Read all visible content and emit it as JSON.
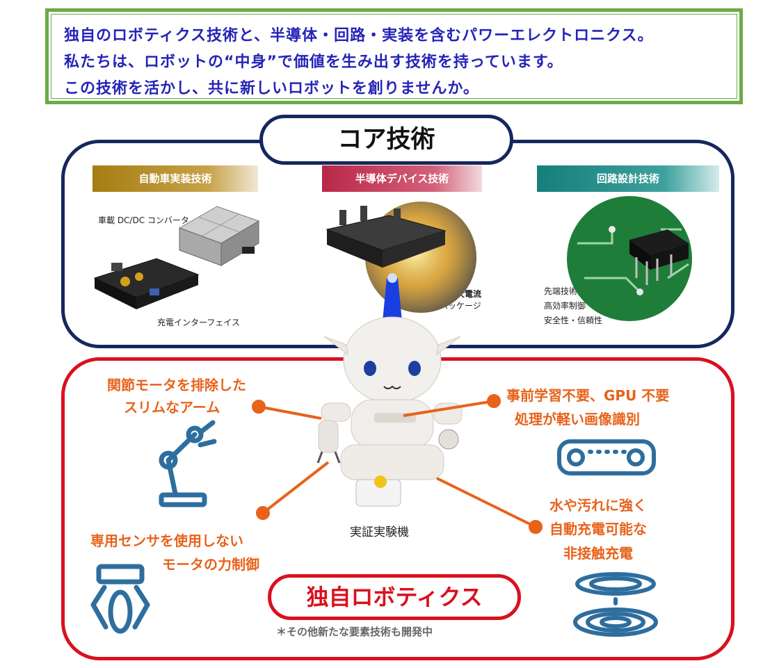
{
  "intro": {
    "lines": [
      "独自のロボティクス技術と、半導体・回路・実装を含むパワーエレクトロニクス。",
      "私たちは、ロボットの“中身”で価値を生み出す技術を持っています。",
      "この技術を活かし、共に新しいロボットを創りませんか。"
    ]
  },
  "core": {
    "title": "コア技術",
    "sections": [
      {
        "label": "自動車実装技術",
        "items": [
          "車載 DC/DC コンバータ",
          "充電インターフェイス"
        ]
      },
      {
        "label": "半導体デバイス技術",
        "items": [
          "高電圧・大電流",
          "小型パッケージ"
        ]
      },
      {
        "label": "回路設計技術",
        "items": [
          "先端技術開発",
          "高効率制御",
          "安全性・信頼性"
        ]
      }
    ]
  },
  "robotics": {
    "title": "独自ロボティクス",
    "caption": "実証実験機",
    "note": "＊その他新たな要素技術も開発中",
    "features": [
      {
        "lines": [
          "関節モータを排除した",
          "スリムなアーム"
        ],
        "icon": "robot-arm-icon"
      },
      {
        "lines": [
          "事前学習不要、GPU 不要",
          "処理が軽い画像識別"
        ],
        "icon": "camera-sensor-icon"
      },
      {
        "lines": [
          "専用センサを使用しない",
          "モータの力制御"
        ],
        "icon": "gripper-icon"
      },
      {
        "lines": [
          "水や汚れに強く",
          "自動充電可能な",
          "非接触充電"
        ],
        "icon": "wireless-charging-icon"
      }
    ]
  },
  "colors": {
    "green": "#6aab45",
    "navy": "#16265e",
    "red": "#d9111e",
    "orange": "#e8621a",
    "blue_text": "#2424b8",
    "icon_blue": "#2e6e9e"
  }
}
